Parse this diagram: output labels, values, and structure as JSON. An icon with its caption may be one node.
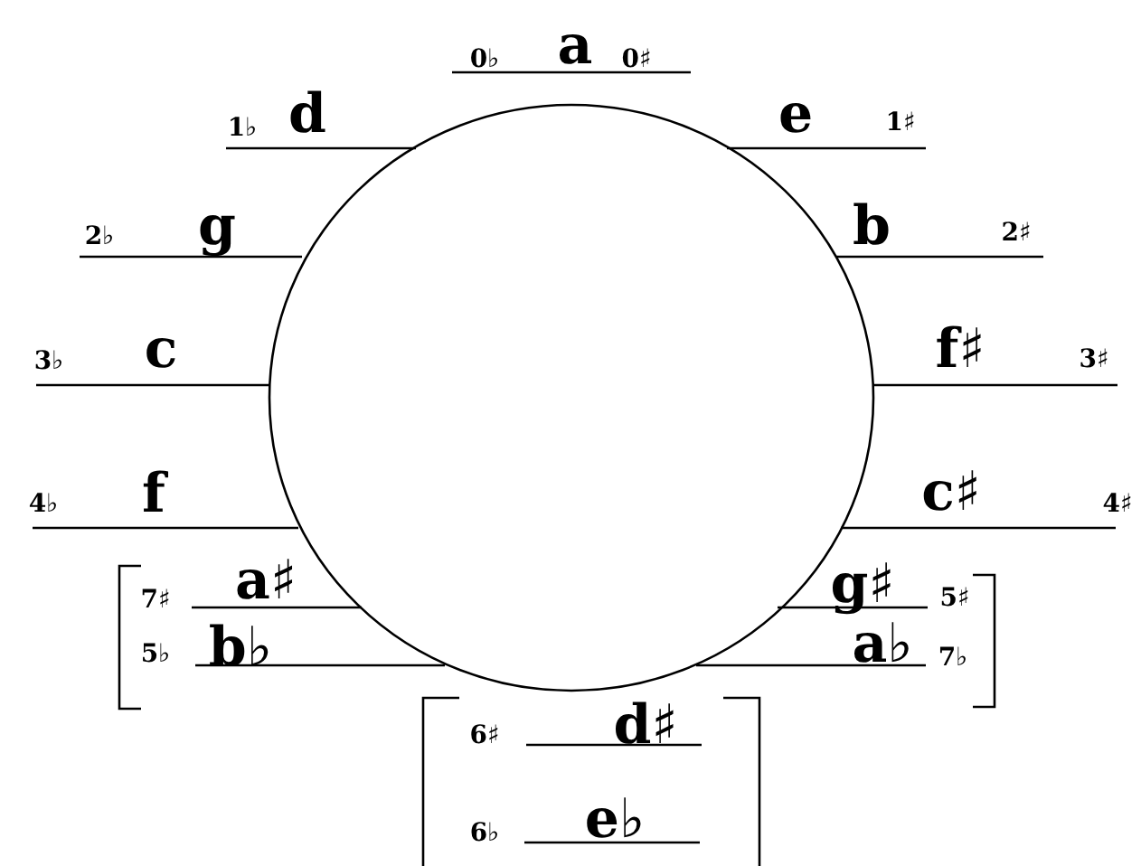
{
  "diagram": {
    "labels": [
      "0♭",
      "a",
      "0♯",
      "1♭",
      "d",
      "e",
      "1♯",
      "2♭",
      "g",
      "b",
      "2♯",
      "3♭",
      "c",
      "f♯",
      "3♯",
      "4♭",
      "f",
      "c♯",
      "4♯",
      "a♯",
      "g♯",
      "7♯",
      "5♯",
      "5♭",
      "b♭",
      "a♭",
      "7♭",
      "6♯",
      "d♯",
      "6♭",
      "e♭"
    ]
  }
}
